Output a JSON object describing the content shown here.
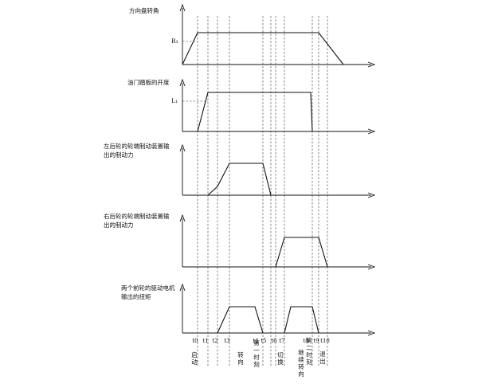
{
  "panels": [
    {
      "id": "steer",
      "title_lines": [
        "方向盘转角"
      ],
      "level_label": "R₁"
    },
    {
      "id": "throttle",
      "title_lines": [
        "油门踏板的开度"
      ],
      "level_label": "L₁"
    },
    {
      "id": "lrbrake",
      "title_lines": [
        "左后轮的轮端制动装置输",
        "出的制动力"
      ],
      "level_label": ""
    },
    {
      "id": "rrbrake",
      "title_lines": [
        "右后轮的轮端制动装置输",
        "出的制动力"
      ],
      "level_label": ""
    },
    {
      "id": "motor",
      "title_lines": [
        "两个前轮的驱动电机",
        "输出的扭矩"
      ],
      "level_label": ""
    }
  ],
  "time_ticks": [
    "t0",
    "t1",
    "t2",
    "t3",
    "t4",
    "t5",
    "t6",
    "t7",
    "t8",
    "t9",
    "t10"
  ],
  "phases": [
    {
      "chars": [
        "启",
        "动"
      ]
    },
    {
      "chars": [
        "转",
        "向"
      ]
    },
    {
      "chars": [
        "第",
        "一",
        "时",
        "刻"
      ]
    },
    {
      "chars": [
        "切",
        "换"
      ]
    },
    {
      "chars": [
        "继",
        "续",
        "转",
        "向"
      ]
    },
    {
      "chars": [
        "第",
        "二",
        "时",
        "刻"
      ]
    },
    {
      "chars": [
        "退",
        "出"
      ]
    }
  ]
}
